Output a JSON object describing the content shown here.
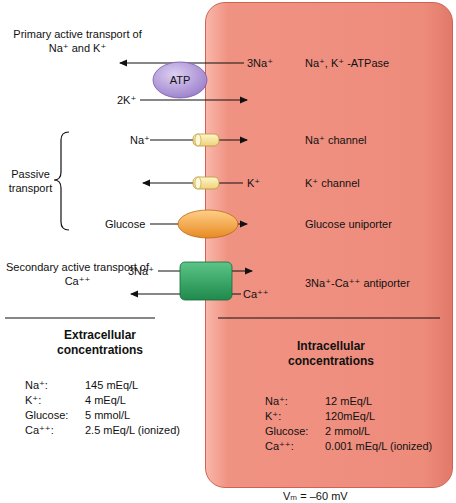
{
  "diagram": {
    "nodes": [
      {
        "text": [
          "Intracellular concentrations"
        ]
      },
      {
        "text": [
          "ATP"
        ]
      }
    ],
    "labels": [
      "Primary active transport of Na⁺ and K⁺",
      "3Na⁺",
      "2K⁺",
      "Na⁺, K⁺ -ATPase",
      "Passive transport",
      "Na⁺",
      "Na⁺ channel",
      "K⁺",
      "K⁺ channel",
      "Glucose",
      "Glucose uniporter",
      "Secondary active transport of Ca⁺⁺",
      "3Na⁺",
      "Ca⁺⁺",
      "3Na⁺-Ca⁺⁺ antiporter",
      "Extracellular concentrations",
      "Na⁺:",
      "145 mEq/L",
      "K⁺:",
      "4 mEq/L",
      "Glucose:",
      "5 mmol/L",
      "Ca⁺⁺:",
      "2.5 mEq/L (ionized)",
      "Na⁺:",
      "12 mEq/L",
      "K⁺:",
      "120mEq/L",
      "Glucose:",
      "2 mmol/L",
      "Ca⁺⁺:",
      "0.001 mEq/L (ionized)",
      "Vₘ = –60 mV"
    ]
  }
}
